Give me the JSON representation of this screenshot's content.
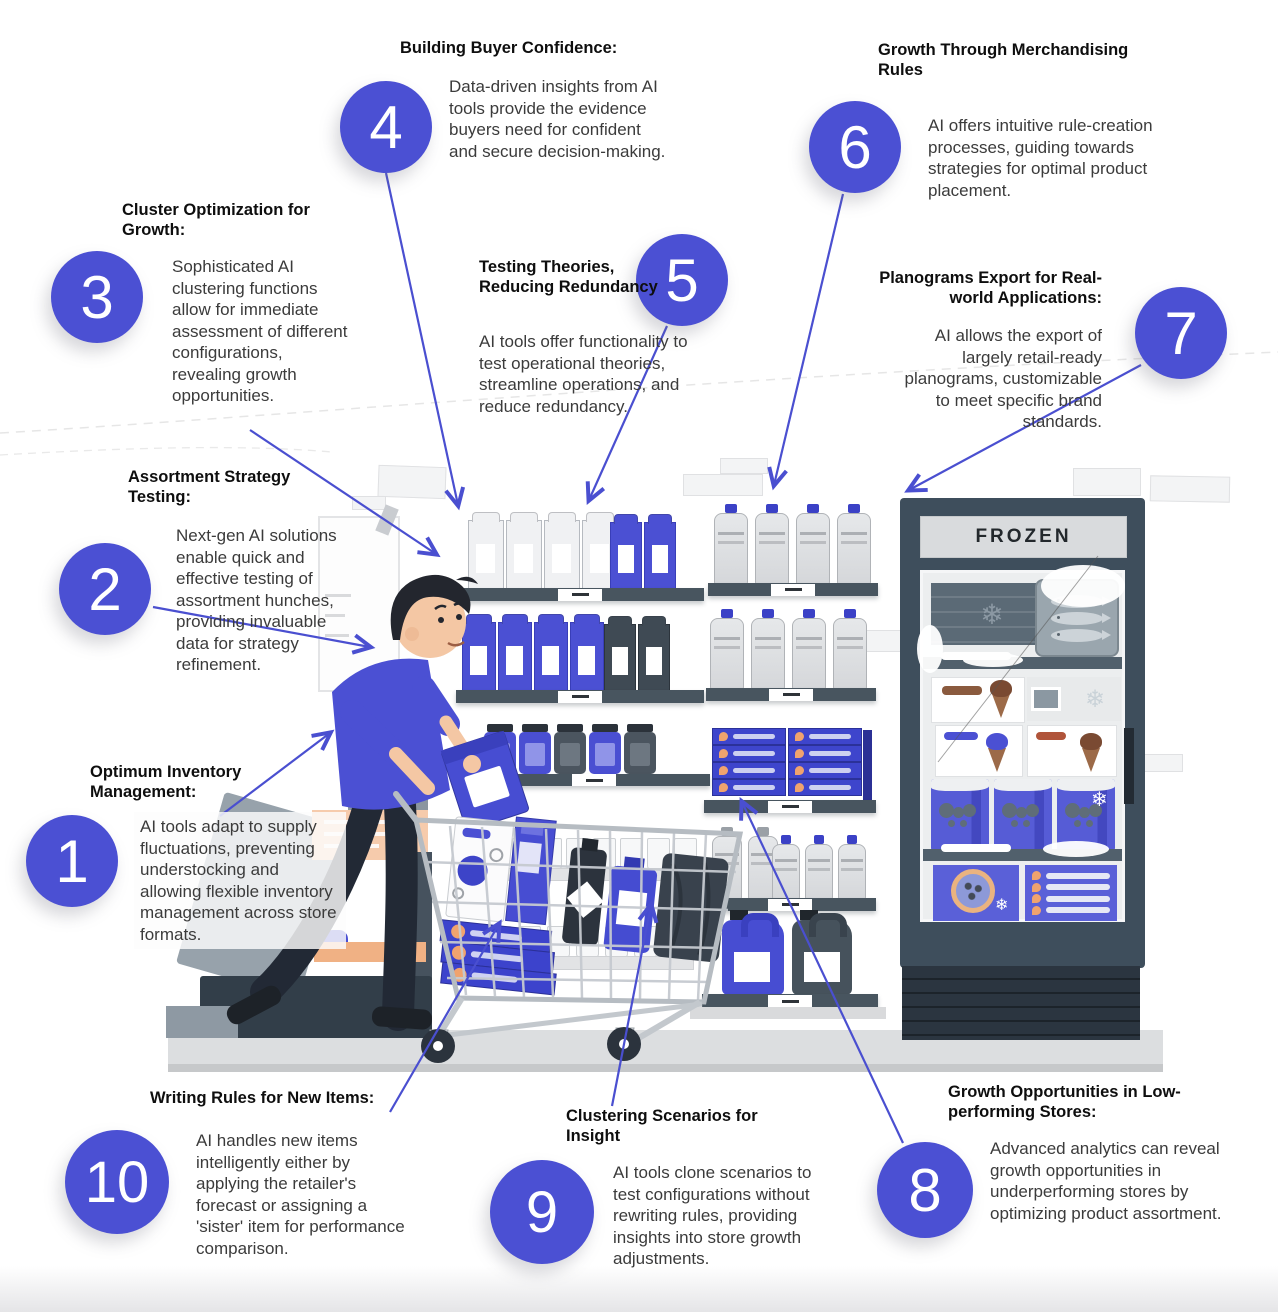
{
  "callouts": [
    {
      "number": "1",
      "title": "Optimum Inventory Management:",
      "body": "AI tools adapt to supply fluctuations, preventing understocking and allowing flexible inventory management across store formats."
    },
    {
      "number": "2",
      "title": "Assortment Strategy Testing:",
      "body": "Next-gen AI solutions enable quick and effective testing of assortment hunches, providing invaluable data for strategy refinement."
    },
    {
      "number": "3",
      "title": "Cluster Optimization for Growth:",
      "body": "Sophisticated AI clustering functions allow for immediate assessment of different configurations, revealing growth opportunities."
    },
    {
      "number": "4",
      "title": "Building Buyer Confidence:",
      "body": "Data-driven insights from AI tools provide the evidence buyers need for confident and secure decision-making."
    },
    {
      "number": "5",
      "title": "Testing Theories, Reducing Redundancy",
      "body": "AI tools offer functionality to test operational theories, streamline operations, and reduce redundancy."
    },
    {
      "number": "6",
      "title": "Growth Through Merchandising Rules",
      "body": "AI offers intuitive rule-creation processes, guiding towards strategies for optimal product placement."
    },
    {
      "number": "7",
      "title": "Planograms Export for Real-world Applications:",
      "body": "AI allows the export of largely retail-ready planograms, customizable to meet specific brand standards."
    },
    {
      "number": "8",
      "title": "Growth Opportunities in Low-performing Stores:",
      "body": "Advanced analytics can reveal growth opportunities in underperforming stores by optimizing product assortment."
    },
    {
      "number": "9",
      "title": "Clustering Scenarios for Insight",
      "body": "AI tools clone scenarios to test configurations without rewriting rules, providing insights into store growth adjustments."
    },
    {
      "number": "10",
      "title": "Writing Rules for New Items:",
      "body": "AI handles new items intelligently either by applying the retailer's forecast or assigning a 'sister' item for performance comparison."
    }
  ],
  "illustration": {
    "freezer_label": "FROZEN"
  },
  "colors": {
    "accent": "#4b50d3",
    "arrow": "#4a4fd0",
    "freezer_frame": "#3e4e5c",
    "shelf": "#48555f"
  }
}
